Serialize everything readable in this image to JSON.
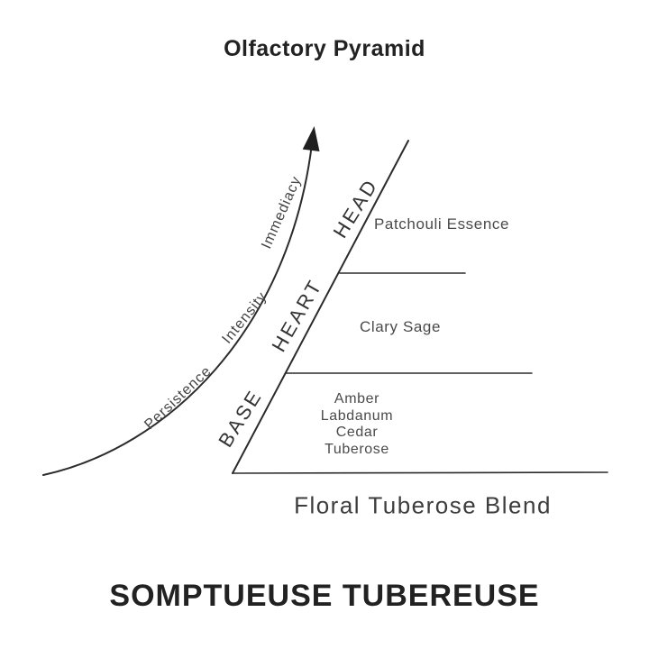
{
  "title": "Olfactory Pyramid",
  "footer_title": "SOMPTUEUSE TUBEREUSE",
  "blend_label": "Floral Tuberose Blend",
  "axis_labels": {
    "bottom": "Persistence",
    "middle": "Intensity",
    "top": "Immediacy"
  },
  "pyramid": {
    "levels": [
      {
        "name": "HEAD",
        "notes": [
          "Patchouli Essence"
        ]
      },
      {
        "name": "HEART",
        "notes": [
          "Clary Sage"
        ]
      },
      {
        "name": "BASE",
        "notes": [
          "Amber",
          "Labdanum",
          "Cedar",
          "Tuberose"
        ]
      }
    ]
  },
  "colors": {
    "ink": "#2b2b2b",
    "text_dark": "#222222",
    "text_light": "#4a4a4a"
  }
}
